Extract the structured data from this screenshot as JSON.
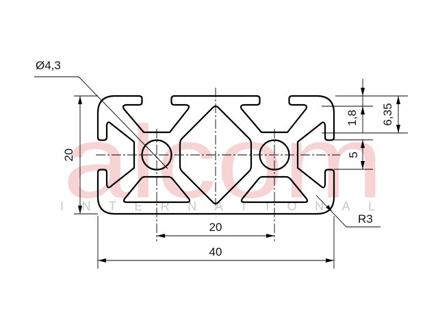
{
  "watermark": {
    "brand": "alcom",
    "subtitle": "INTERNATIONAL",
    "brand_color": "#f7d3d3"
  },
  "dimensions": {
    "hole_diameter": "Ø4,3",
    "height": "20",
    "hole_spacing": "20",
    "width": "40",
    "lip_thickness": "1,8",
    "slot_depth": "6,35",
    "slot_opening": "5",
    "corner_radius": "R3"
  }
}
